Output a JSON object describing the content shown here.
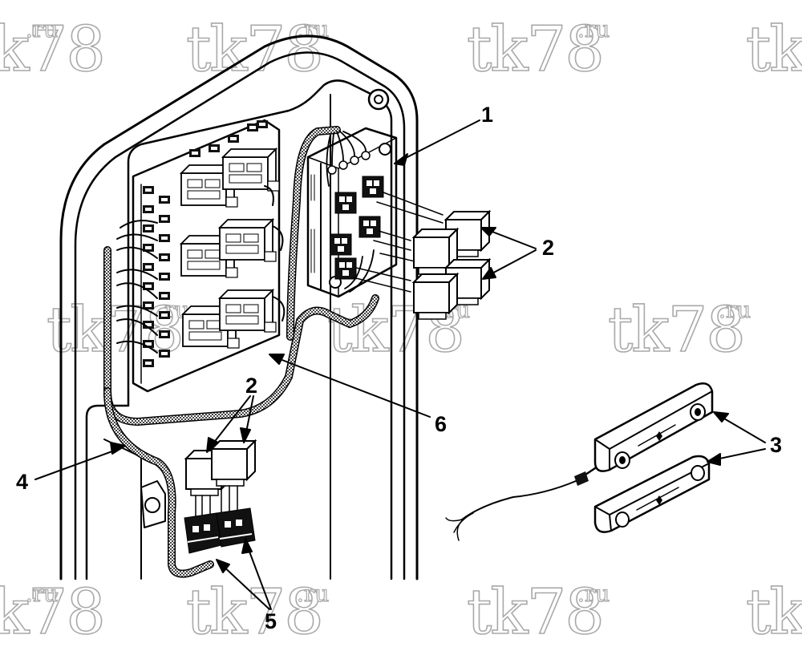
{
  "watermark": {
    "text": "tk78",
    "suffix": ".ru"
  },
  "callouts": {
    "c1": "1",
    "c2_right": "2",
    "c2_lower": "2",
    "c3": "3",
    "c4": "4",
    "c5": "5",
    "c6": "6"
  },
  "icons": [
    "relay-panel",
    "relay",
    "relay-socket",
    "sensor-switch",
    "wire-harness",
    "enclosure-door"
  ],
  "colors": {
    "line": "#000000",
    "watermark_outline": "#a9a9a9",
    "background": "#ffffff",
    "harness": "#888888"
  }
}
